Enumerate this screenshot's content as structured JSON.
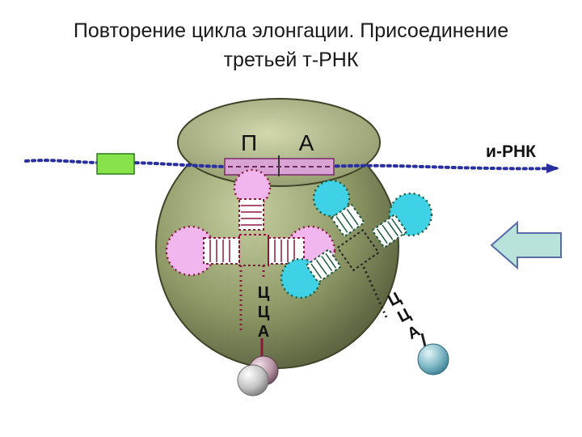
{
  "title": {
    "line1": "Повторение цикла элонгации. Присоединение",
    "line2": "третьей т-РНК"
  },
  "labels": {
    "site_p": "П",
    "site_a": "А",
    "mrna": "и-РНК",
    "cca_left": [
      "Ц",
      "Ц",
      "А"
    ],
    "cca_right": [
      "Ц",
      "Ц",
      "А"
    ]
  },
  "colors": {
    "ribosome_large": "#8a9364",
    "ribosome_small": "#b8bf91",
    "mrna_dots": "#2a2fa0",
    "trna_pink": "#f2b6ee",
    "trna_cyan": "#3fd2e6",
    "stem_red": "#8b1a3a",
    "arrow_fill": "#b9e3da",
    "arrow_stroke": "#5a6ba8",
    "green_box": "#88e24a",
    "codon_bar": "#d9a4d4"
  },
  "icons": {
    "direction_arrow": "left-arrow-icon",
    "amino_acid": "sphere-icon"
  }
}
